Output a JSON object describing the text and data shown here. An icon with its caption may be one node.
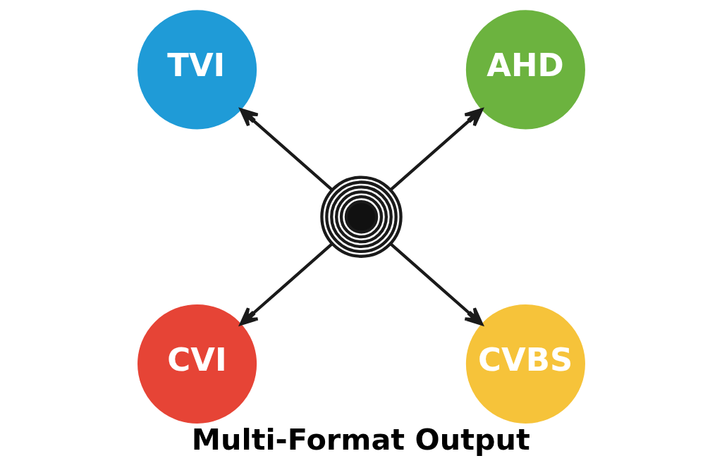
{
  "diagram": {
    "caption": "Multi-Format Output",
    "nodes": [
      {
        "text": [
          "TVI"
        ]
      },
      {
        "text": [
          "AHD"
        ]
      },
      {
        "text": [],
        "shape": "picture"
      },
      {
        "text": [
          "CVI"
        ]
      },
      {
        "text": [
          "CVBS"
        ]
      }
    ],
    "edges": [
      {
        "from": 2,
        "to": 0,
        "arrow": "to"
      },
      {
        "from": 2,
        "to": 1,
        "arrow": "to"
      },
      {
        "from": 2,
        "to": 3,
        "arrow": "to"
      },
      {
        "from": 2,
        "to": 4,
        "arrow": "to"
      }
    ]
  }
}
